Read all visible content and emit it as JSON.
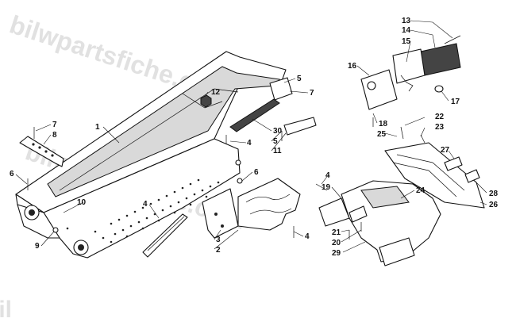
{
  "watermark": {
    "text_main": "bilwpartsfiche.com",
    "text_corner": "bil"
  },
  "callouts": [
    {
      "id": "c13",
      "label": "13"
    },
    {
      "id": "c14",
      "label": "14"
    },
    {
      "id": "c15",
      "label": "15"
    },
    {
      "id": "c16",
      "label": "16"
    },
    {
      "id": "c17",
      "label": "17"
    },
    {
      "id": "c18",
      "label": "18"
    },
    {
      "id": "c25",
      "label": "25"
    },
    {
      "id": "c22",
      "label": "22"
    },
    {
      "id": "c23",
      "label": "23"
    },
    {
      "id": "c27",
      "label": "27"
    },
    {
      "id": "c28",
      "label": "28"
    },
    {
      "id": "c26",
      "label": "26"
    },
    {
      "id": "c24",
      "label": "24"
    },
    {
      "id": "c19",
      "label": "19"
    },
    {
      "id": "c4d",
      "label": "4"
    },
    {
      "id": "c21",
      "label": "21"
    },
    {
      "id": "c20",
      "label": "20"
    },
    {
      "id": "c29",
      "label": "29"
    },
    {
      "id": "c5a",
      "label": "5"
    },
    {
      "id": "c7a",
      "label": "7"
    },
    {
      "id": "c12",
      "label": "12"
    },
    {
      "id": "c30",
      "label": "30"
    },
    {
      "id": "c5b",
      "label": "5"
    },
    {
      "id": "c11",
      "label": "11"
    },
    {
      "id": "c4a",
      "label": "4"
    },
    {
      "id": "c1",
      "label": "1"
    },
    {
      "id": "c7b",
      "label": "7"
    },
    {
      "id": "c8",
      "label": "8"
    },
    {
      "id": "c6a",
      "label": "6"
    },
    {
      "id": "c10",
      "label": "10"
    },
    {
      "id": "c9",
      "label": "9"
    },
    {
      "id": "c4b",
      "label": "4"
    },
    {
      "id": "c6b",
      "label": "6"
    },
    {
      "id": "c3",
      "label": "3"
    },
    {
      "id": "c2",
      "label": "2"
    },
    {
      "id": "c4c",
      "label": "4"
    }
  ]
}
